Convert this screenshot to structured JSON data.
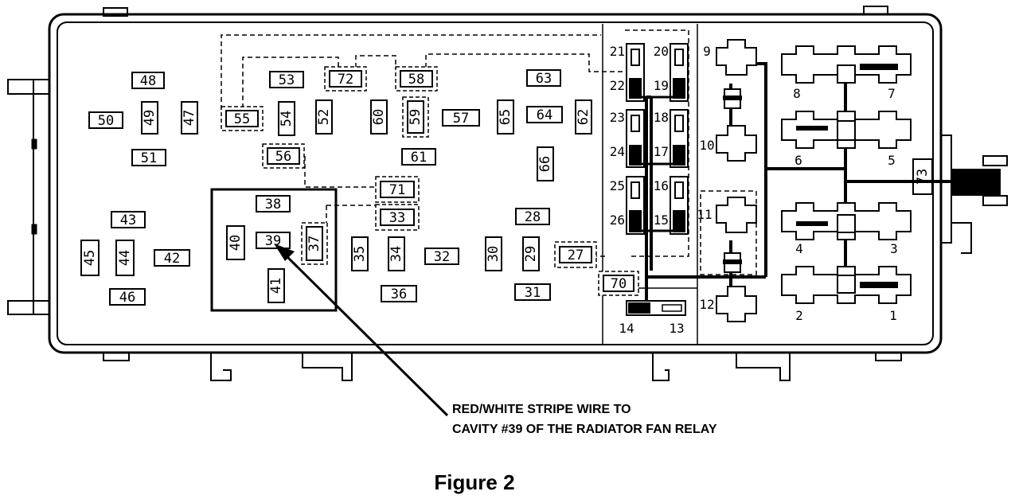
{
  "callout": {
    "line1": "RED/WHITE STRIPE WIRE TO",
    "line2": "CAVITY #39 OF THE RADIATOR FAN RELAY"
  },
  "caption": "Figure 2",
  "cavities": {
    "c48": "48",
    "c50": "50",
    "c49": "49",
    "c47": "47",
    "c51": "51",
    "c53": "53",
    "c72": "72",
    "c58": "58",
    "c63": "63",
    "c55": "55",
    "c54": "54",
    "c52": "52",
    "c60": "60",
    "c59": "59",
    "c57": "57",
    "c65": "65",
    "c64": "64",
    "c62": "62",
    "c56": "56",
    "c61": "61",
    "c66": "66",
    "c38": "38",
    "c71": "71",
    "c33": "33",
    "c43": "43",
    "c28": "28",
    "c40": "40",
    "c39": "39",
    "c37": "37",
    "c35": "35",
    "c34": "34",
    "c32": "32",
    "c30": "30",
    "c29": "29",
    "c27": "27",
    "c45": "45",
    "c44": "44",
    "c42": "42",
    "c41": "41",
    "c46": "46",
    "c36": "36",
    "c31": "31",
    "c70": "70",
    "c73": "73"
  },
  "fuses": {
    "f21": "21",
    "f20": "20",
    "f22": "22",
    "f19": "19",
    "f23": "23",
    "f18": "18",
    "f24": "24",
    "f17": "17",
    "f25": "25",
    "f16": "16",
    "f26": "26",
    "f15": "15",
    "f14": "14",
    "f13": "13"
  },
  "relays": {
    "r9": "9",
    "r10": "10",
    "r11": "11",
    "r12": "12",
    "r8": "8",
    "r7": "7",
    "r6": "6",
    "r5": "5",
    "r4": "4",
    "r3": "3",
    "r2": "2",
    "r1": "1"
  }
}
